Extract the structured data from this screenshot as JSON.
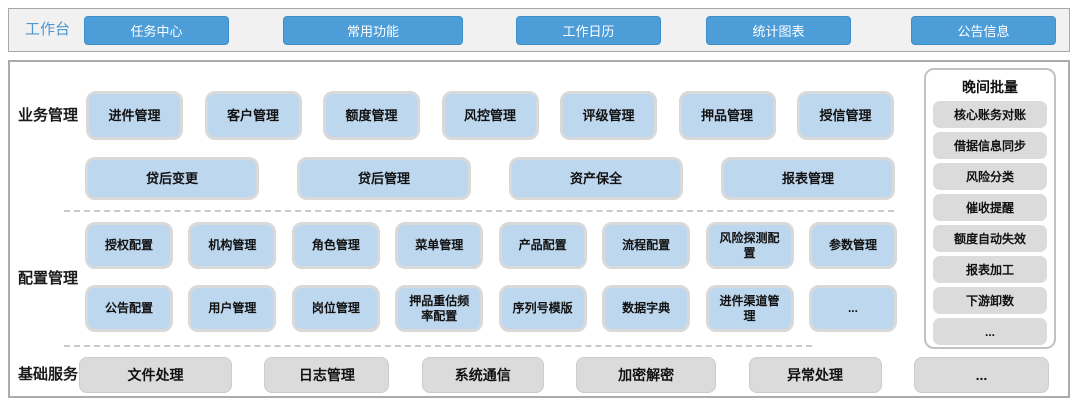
{
  "topbar": {
    "label": "工作台",
    "buttons": [
      "任务中心",
      "常用功能",
      "工作日历",
      "统计图表",
      "公告信息"
    ]
  },
  "sections": {
    "business": {
      "label": "业务管理",
      "row1": [
        "进件管理",
        "客户管理",
        "额度管理",
        "风控管理",
        "评级管理",
        "押品管理",
        "授信管理"
      ],
      "row2": [
        "贷后变更",
        "贷后管理",
        "资产保全",
        "报表管理"
      ]
    },
    "config": {
      "label": "配置管理",
      "row1": [
        "授权配置",
        "机构管理",
        "角色管理",
        "菜单管理",
        "产品配置",
        "流程配置",
        "风险探测配置",
        "参数管理"
      ],
      "row2": [
        "公告配置",
        "用户管理",
        "岗位管理",
        "押品重估频率配置",
        "序列号模版",
        "数据字典",
        "进件渠道管理",
        "..."
      ]
    },
    "base": {
      "label": "基础服务",
      "items": [
        "文件处理",
        "日志管理",
        "系统通信",
        "加密解密",
        "异常处理",
        "..."
      ]
    }
  },
  "night_batch": {
    "title": "晚间批量",
    "items": [
      "核心账务对账",
      "借据信息同步",
      "风险分类",
      "催收提醒",
      "额度自动失效",
      "报表加工",
      "下游卸数",
      "..."
    ]
  },
  "colors": {
    "accent_blue": "#4D9DD8",
    "accent_blue_text": "#4E96CE",
    "module_blue": "#BDD7EE",
    "module_border": "#D9D9D9",
    "gray_fill": "#DBDBDB",
    "panel_border": "#C2C2C2"
  }
}
